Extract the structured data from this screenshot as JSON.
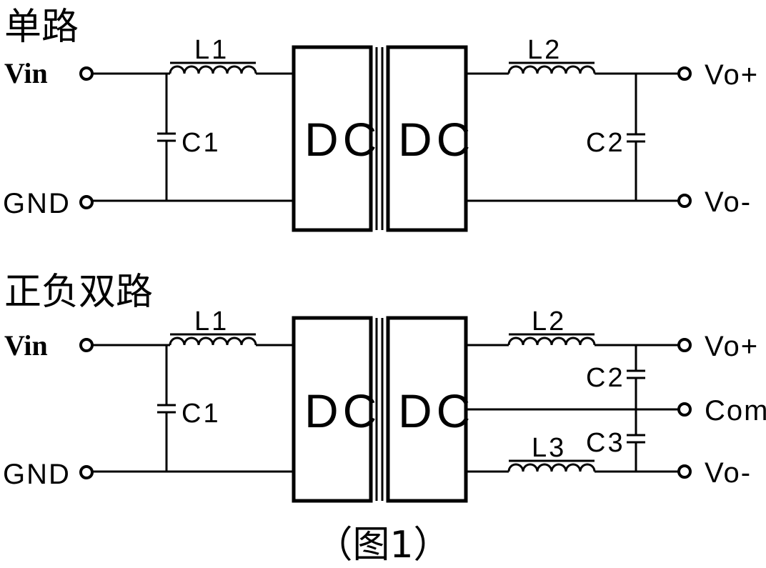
{
  "figure": {
    "caption": "（图1）"
  },
  "single": {
    "title": "单路",
    "input_terminals": [
      "Vin",
      "GND"
    ],
    "output_terminals": [
      "Vo+",
      "Vo-"
    ],
    "inductors": [
      "L1",
      "L2"
    ],
    "capacitors": [
      "C1",
      "C2"
    ],
    "converter_blocks": [
      "DC",
      "DC"
    ]
  },
  "dual": {
    "title": "正负双路",
    "input_terminals": [
      "Vin",
      "GND"
    ],
    "output_terminals": [
      "Vo+",
      "Com",
      "Vo-"
    ],
    "inductors": [
      "L1",
      "L2",
      "L3"
    ],
    "capacitors": [
      "C1",
      "C2",
      "C3"
    ],
    "converter_blocks": [
      "DC",
      "DC"
    ]
  }
}
